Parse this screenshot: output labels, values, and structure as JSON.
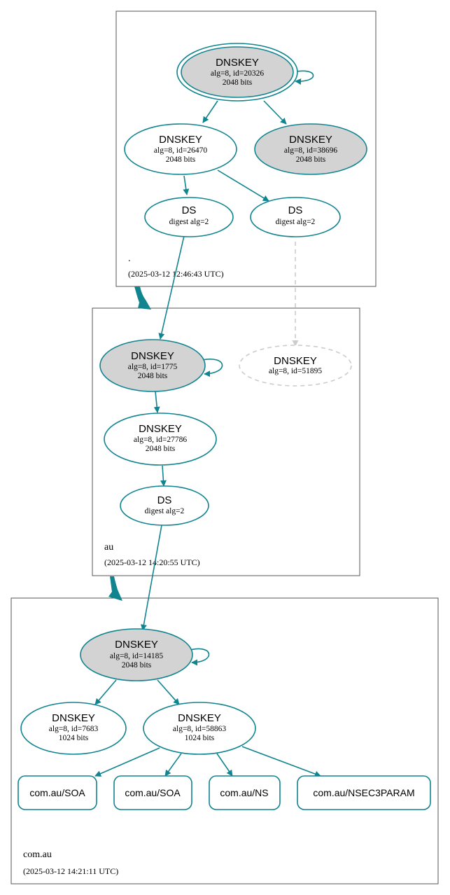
{
  "zones": {
    "root": {
      "name": ".",
      "timestamp": "(2025-03-12 12:46:43 UTC)"
    },
    "au": {
      "name": "au",
      "timestamp": "(2025-03-12 14:20:55 UTC)"
    },
    "comau": {
      "name": "com.au",
      "timestamp": "(2025-03-12 14:21:11 UTC)"
    }
  },
  "nodes": {
    "root_ksk": {
      "title": "DNSKEY",
      "line1": "alg=8, id=20326",
      "line2": "2048 bits"
    },
    "root_zsk": {
      "title": "DNSKEY",
      "line1": "alg=8, id=26470",
      "line2": "2048 bits"
    },
    "root_k2": {
      "title": "DNSKEY",
      "line1": "alg=8, id=38696",
      "line2": "2048 bits"
    },
    "root_ds1": {
      "title": "DS",
      "line1": "digest alg=2"
    },
    "root_ds2": {
      "title": "DS",
      "line1": "digest alg=2"
    },
    "au_ksk": {
      "title": "DNSKEY",
      "line1": "alg=8, id=1775",
      "line2": "2048 bits"
    },
    "au_missing": {
      "title": "DNSKEY",
      "line1": "alg=8, id=51895"
    },
    "au_zsk": {
      "title": "DNSKEY",
      "line1": "alg=8, id=27786",
      "line2": "2048 bits"
    },
    "au_ds": {
      "title": "DS",
      "line1": "digest alg=2"
    },
    "com_ksk": {
      "title": "DNSKEY",
      "line1": "alg=8, id=14185",
      "line2": "2048 bits"
    },
    "com_zsk1": {
      "title": "DNSKEY",
      "line1": "alg=8, id=7683",
      "line2": "1024 bits"
    },
    "com_zsk2": {
      "title": "DNSKEY",
      "line1": "alg=8, id=58863",
      "line2": "1024 bits"
    }
  },
  "records": [
    "com.au/SOA",
    "com.au/SOA",
    "com.au/NS",
    "com.au/NSEC3PARAM"
  ],
  "colors": {
    "edge": "#10848f",
    "ksk_fill": "#d3d3d3",
    "missing": "#cccccc",
    "zone_border": "#555555"
  }
}
